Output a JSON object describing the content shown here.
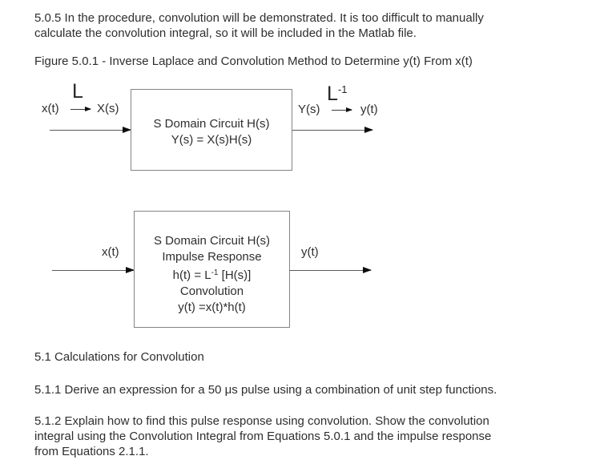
{
  "colors": {
    "background": "#ffffff",
    "text": "#2e2e2e",
    "box_border": "#848484",
    "arrow_shaft": "#5a5a5a",
    "arrow_head": "#0d0d0d"
  },
  "document": {
    "intro_lines": [
      "5.0.5 In the procedure, convolution will be demonstrated. It is too difficult to manually",
      "calculate the convolution integral, so it will be included in the Matlab file."
    ],
    "figure_caption": "Figure 5.0.1 - Inverse Laplace and Convolution Method to Determine y(t) From x(t)",
    "section_heading": "5.1 Calculations for Convolution",
    "item_511": "5.1.1 Derive an expression for a 50 μs pulse using a combination of unit step functions.",
    "item_512_lines": [
      "5.1.2 Explain how to find this pulse response using convolution. Show the convolution",
      "integral using the Convolution Integral from Equations 5.0.1 and the impulse response",
      "from Equations 2.1.1."
    ]
  },
  "diagram1": {
    "laplace_operator": "L",
    "inverse_laplace_base": "L",
    "inverse_laplace_exponent": "-1",
    "input_time_label": "x(t)",
    "input_s_label": "X(s)",
    "output_s_label": "Y(s)",
    "output_time_label": "y(t)",
    "box_lines": [
      "S Domain Circuit H(s)",
      "Y(s) = X(s)H(s)"
    ]
  },
  "diagram2": {
    "input_label": "x(t)",
    "output_label": "y(t)",
    "box_line1": "S Domain Circuit H(s)",
    "box_line2": "Impulse Response",
    "box_line3_prefix": "h(t) = L",
    "box_line3_exponent": "-1",
    "box_line3_suffix": " [H(s)]",
    "box_line4": "Convolution",
    "box_line5": "y(t) =x(t)*h(t)"
  }
}
